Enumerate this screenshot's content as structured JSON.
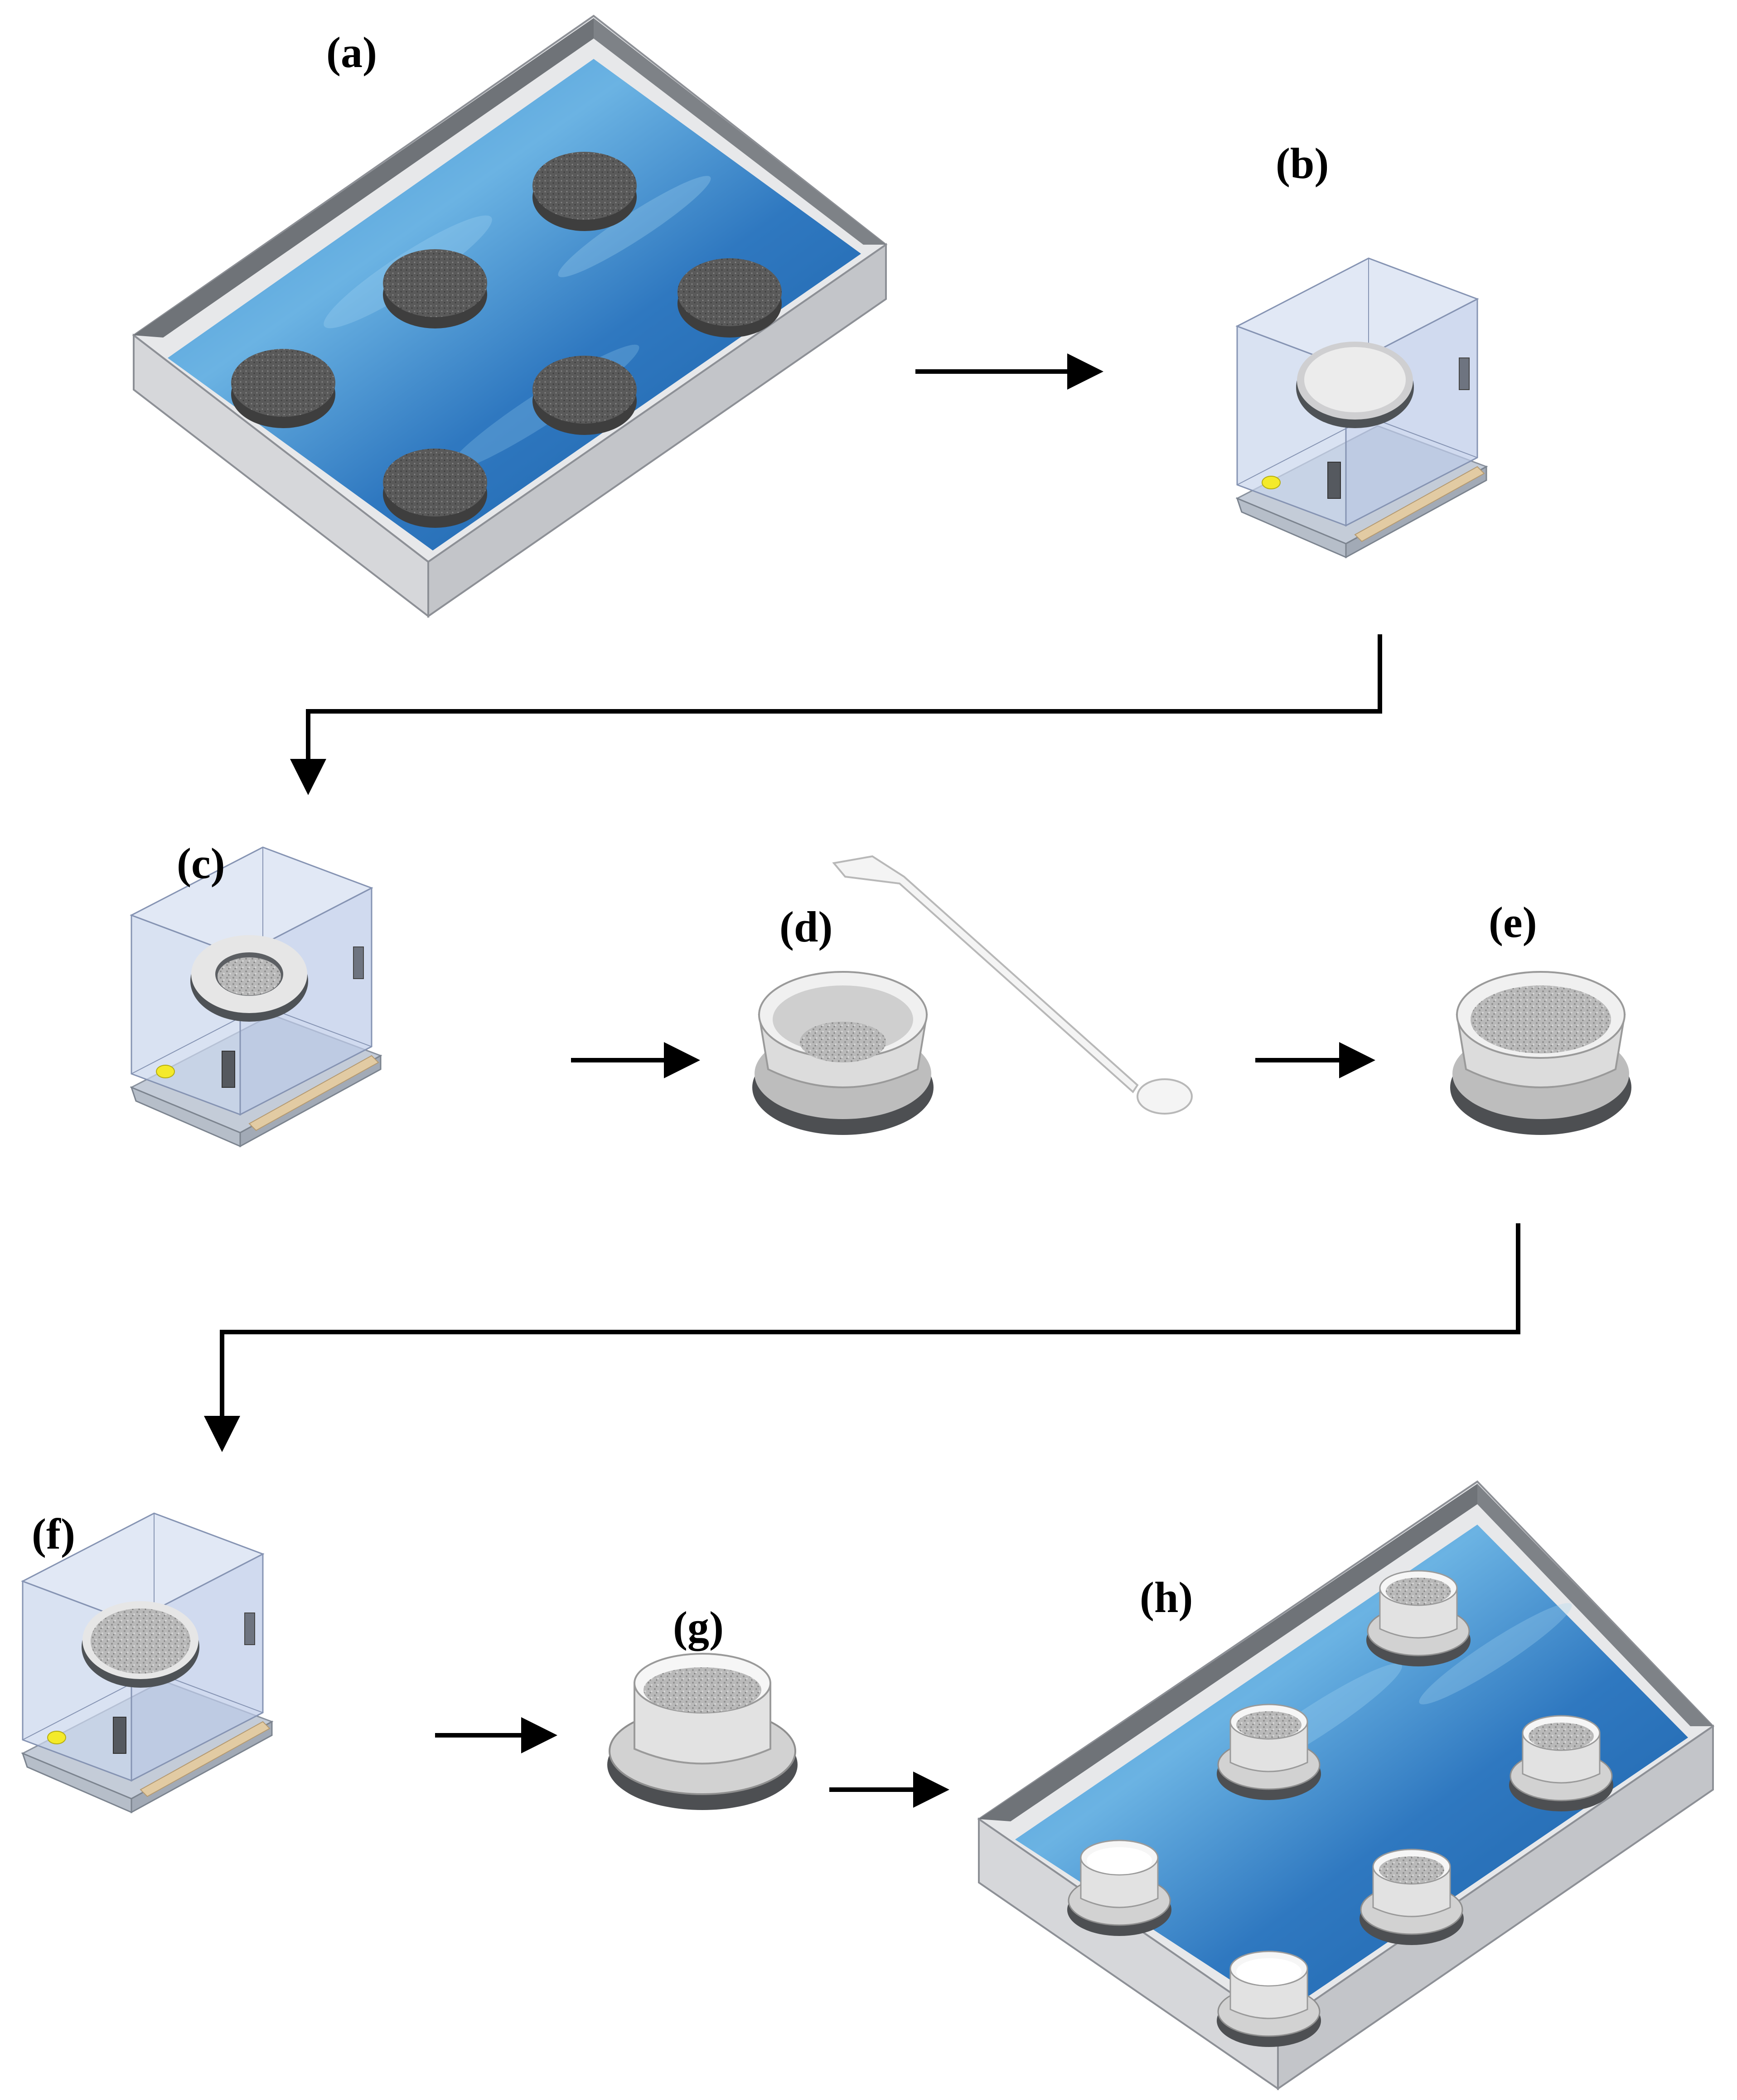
{
  "figure": {
    "panels": [
      {
        "id": "a",
        "label": "(a)"
      },
      {
        "id": "b",
        "label": "(b)"
      },
      {
        "id": "c",
        "label": "(c)"
      },
      {
        "id": "d",
        "label": "(d)"
      },
      {
        "id": "e",
        "label": "(e)"
      },
      {
        "id": "f",
        "label": "(f)"
      },
      {
        "id": "g",
        "label": "(g)"
      },
      {
        "id": "h",
        "label": "(h)"
      }
    ],
    "colors": {
      "water_light": "#5aa8dc",
      "water_dark": "#1a5fa6",
      "tray_wall_light": "#e3e4e6",
      "tray_wall_dark": "#7a7d82",
      "specimen": "#5e5e5e",
      "balance_glass": "#c7d3ea",
      "balance_base": "#c0c8d4",
      "ring_metal": "#d8d8d8",
      "ring_dark": "#555555",
      "display_strip": "#e0c9a0",
      "indicator_dot": "#f4ea2a",
      "arrow": "#000000"
    }
  }
}
